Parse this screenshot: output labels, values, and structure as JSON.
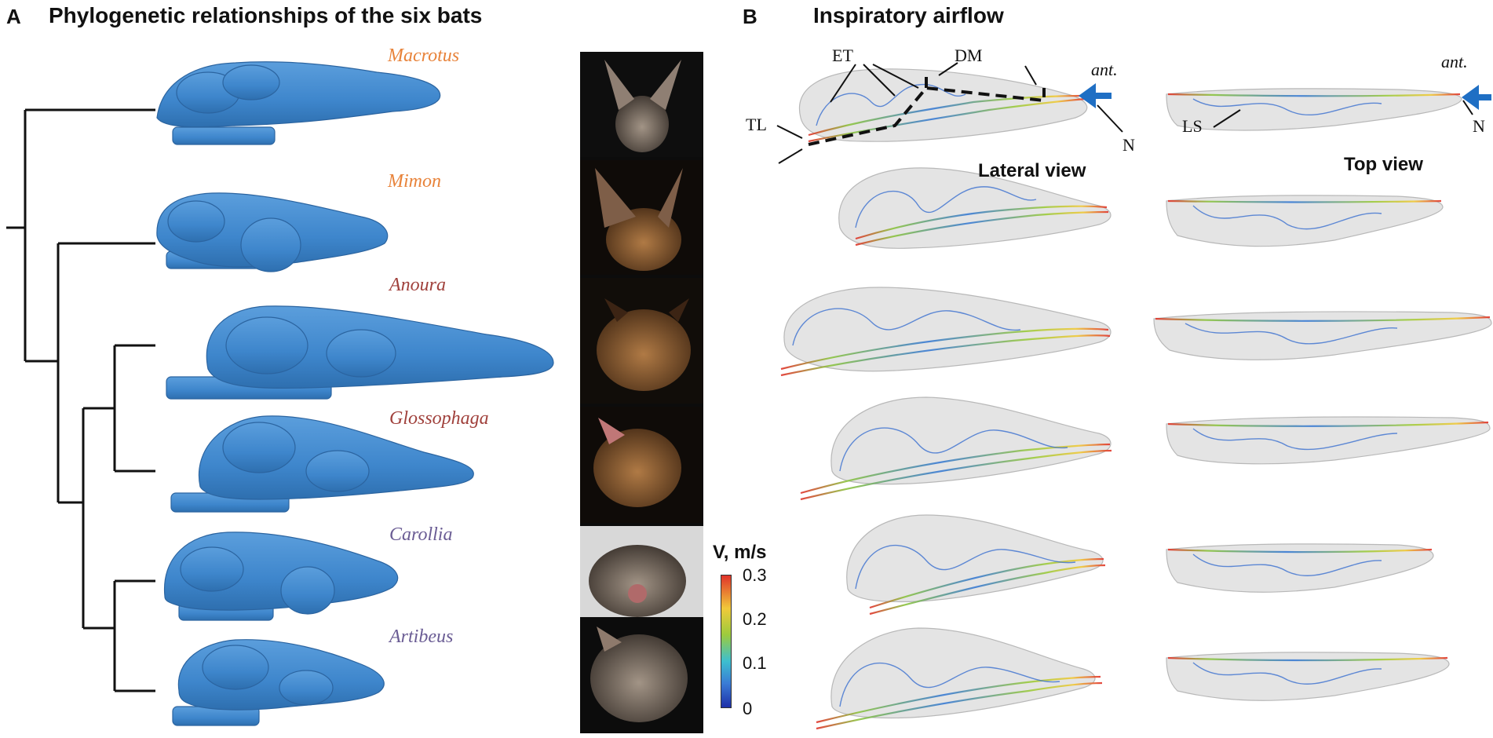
{
  "panel_a": {
    "letter": "A",
    "title": "Phylogenetic relationships of the six bats",
    "species": [
      {
        "name": "Macrotus",
        "color": "#E8833A"
      },
      {
        "name": "Mimon",
        "color": "#E8833A"
      },
      {
        "name": "Anoura",
        "color": "#A0413C"
      },
      {
        "name": "Glossophaga",
        "color": "#A0413C"
      },
      {
        "name": "Carollia",
        "color": "#6A5C94"
      },
      {
        "name": "Artibeus",
        "color": "#6A5C94"
      }
    ],
    "model_color": "#3E86CC"
  },
  "panel_b": {
    "letter": "B",
    "title": "Inspiratory airflow",
    "lateral_view_label": "Lateral view",
    "top_view_label": "Top view",
    "annotations": {
      "et": "ET",
      "dm": "DM",
      "tl": "TL",
      "n": "N",
      "ls": "LS",
      "ant": "ant."
    },
    "arrow_color": "#1F6FC4",
    "colorbar": {
      "title": "V, m/s",
      "ticks": [
        "0.3",
        "0.2",
        "0.1",
        "0"
      ]
    }
  }
}
